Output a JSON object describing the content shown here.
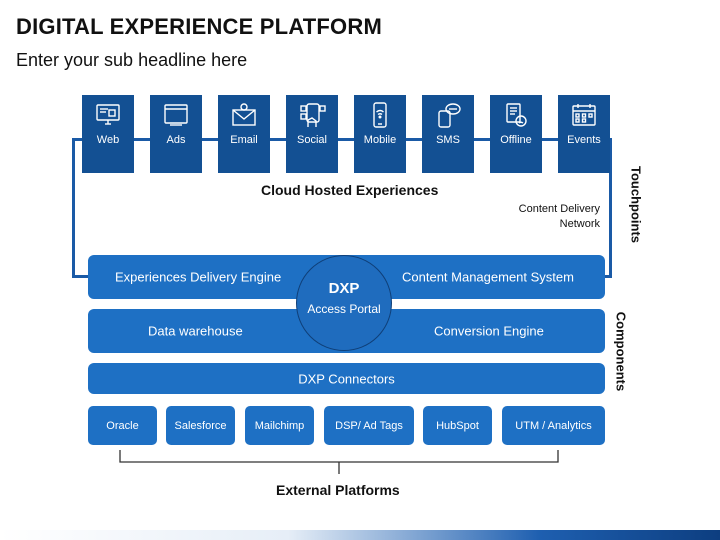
{
  "header": {
    "title": "DIGITAL EXPERIENCE PLATFORM",
    "subtitle": "Enter your sub headline here"
  },
  "touchpoints": {
    "items": [
      {
        "label": "Web",
        "icon": "monitor-icon"
      },
      {
        "label": "Ads",
        "icon": "ads-icon"
      },
      {
        "label": "Email",
        "icon": "envelope-icon"
      },
      {
        "label": "Social",
        "icon": "social-hand-icon"
      },
      {
        "label": "Mobile",
        "icon": "mobile-wifi-icon"
      },
      {
        "label": "SMS",
        "icon": "sms-phone-icon"
      },
      {
        "label": "Offline",
        "icon": "offline-document-icon"
      },
      {
        "label": "Events",
        "icon": "calendar-icon"
      }
    ],
    "cloud_label": "Cloud Hosted Experiences",
    "cdn_line1": "Content Delivery",
    "cdn_line2": "Network",
    "side_label": "Touchpoints"
  },
  "components": {
    "row1_left": "Experiences Delivery Engine",
    "row1_right": "Content Management System",
    "row2_left": "Data warehouse",
    "row2_right": "Conversion Engine",
    "connectors": "DXP Connectors",
    "dxp_title": "DXP",
    "dxp_subtitle": "Access Portal",
    "side_label": "Components"
  },
  "external": {
    "items": [
      "Oracle",
      "Salesforce",
      "Mailchimp",
      "DSP/ Ad Tags",
      "HubSpot",
      "UTM / Analytics"
    ],
    "label": "External Platforms"
  },
  "colors": {
    "dark_blue": "#135093",
    "mid_blue": "#1e70c4",
    "frame": "#1a5aa6"
  }
}
